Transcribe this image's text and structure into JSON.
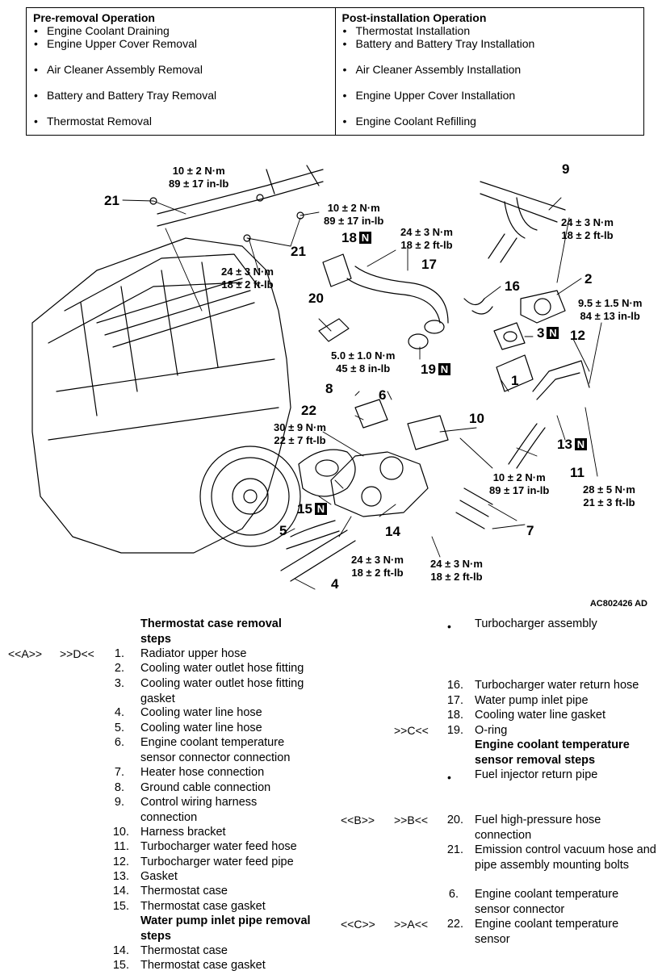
{
  "operations": {
    "pre_title": "Pre-removal Operation",
    "pre_items": [
      "Engine Coolant Draining",
      "Engine Upper Cover Removal",
      "Air Cleaner Assembly Removal",
      "Battery and Battery Tray Removal",
      "Thermostat Removal"
    ],
    "post_title": "Post-installation Operation",
    "post_items": [
      "Thermostat Installation",
      "Battery and Battery Tray Installation",
      "Air Cleaner Assembly Installation",
      "Engine Upper Cover Installation",
      "Engine Coolant Refilling"
    ]
  },
  "diagram": {
    "code": "AC802426 AD",
    "n_mark": "N",
    "labels": {
      "p1": "1",
      "p2": "2",
      "p3": "3",
      "p4": "4",
      "p5": "5",
      "p6": "6",
      "p7": "7",
      "p8": "8",
      "p9": "9",
      "p10": "10",
      "p11": "11",
      "p12": "12",
      "p13": "13",
      "p14": "14",
      "p15": "15",
      "p16": "16",
      "p17": "17",
      "p18": "18",
      "p19": "19",
      "p20": "20",
      "p21a": "21",
      "p21b": "21",
      "p22": "22"
    },
    "torques": {
      "t1a": "10 ± 2 N·m",
      "t1b": "89 ± 17 in-lb",
      "t2a": "10 ± 2 N·m",
      "t2b": "89 ± 17 in-lb",
      "t3a": "24 ± 3 N·m",
      "t3b": "18 ± 2 ft-lb",
      "t4a": "24 ± 3 N·m",
      "t4b": "18 ± 2 ft-lb",
      "t5a": "24 ± 3 N·m",
      "t5b": "18 ± 2 ft-lb",
      "t6a": "9.5 ± 1.5 N·m",
      "t6b": "84 ± 13 in-lb",
      "t7a": "5.0 ± 1.0 N·m",
      "t7b": "45 ± 8 in-lb",
      "t8a": "30 ± 9 N·m",
      "t8b": "22 ± 7 ft-lb",
      "t9a": "10 ± 2 N·m",
      "t9b": "89 ± 17 in-lb",
      "t10a": "28 ± 5 N·m",
      "t10b": "21 ± 3 ft-lb",
      "t11a": "24 ± 3 N·m",
      "t11b": "18 ± 2 ft-lb",
      "t12a": "24 ± 3 N·m",
      "t12b": "18 ± 2 ft-lb"
    }
  },
  "steps": {
    "thermo_header": "Thermostat case removal steps",
    "ref_a_left": "<<A>>",
    "ref_d_right": ">>D<<",
    "left_items": [
      {
        "n": "1.",
        "t": "Radiator upper hose"
      },
      {
        "n": "2.",
        "t": "Cooling water outlet hose fitting"
      },
      {
        "n": "3.",
        "t": "Cooling water outlet hose fitting gasket"
      },
      {
        "n": "4.",
        "t": "Cooling water line hose"
      },
      {
        "n": "5.",
        "t": "Cooling water line hose"
      },
      {
        "n": "6.",
        "t": "Engine coolant temperature sensor connector connection"
      },
      {
        "n": "7.",
        "t": "Heater hose connection"
      },
      {
        "n": "8.",
        "t": "Ground cable connection"
      },
      {
        "n": "9.",
        "t": "Control wiring harness connection"
      },
      {
        "n": "10.",
        "t": "Harness bracket"
      },
      {
        "n": "11.",
        "t": "Turbocharger water feed hose"
      },
      {
        "n": "12.",
        "t": "Turbocharger water feed pipe"
      },
      {
        "n": "13.",
        "t": "Gasket"
      },
      {
        "n": "14.",
        "t": "Thermostat case"
      },
      {
        "n": "15.",
        "t": "Thermostat case gasket"
      }
    ],
    "pump_header": "Water pump inlet pipe removal steps",
    "pump_items": [
      {
        "n": "14.",
        "t": "Thermostat case"
      },
      {
        "n": "15.",
        "t": "Thermostat case gasket"
      }
    ],
    "right_bullet1": "Turbocharger assembly",
    "right_items_a": [
      {
        "n": "16.",
        "t": "Turbocharger water return hose"
      },
      {
        "n": "17.",
        "t": "Water pump inlet pipe"
      },
      {
        "n": "18.",
        "t": "Cooling water line gasket"
      },
      {
        "n": "19.",
        "t": "O-ring"
      }
    ],
    "ref_c_right": ">>C<<",
    "ect_header": "Engine coolant temperature sensor removal steps",
    "right_bullet2": "Fuel injector return pipe",
    "ref_b_left": "<<B>>",
    "ref_b_right": ">>B<<",
    "item20": {
      "n": "20.",
      "t": "Fuel high-pressure hose connection"
    },
    "item21": {
      "n": "21.",
      "t": "Emission control vacuum hose and pipe assembly mounting bolts"
    },
    "item6": {
      "n": "6.",
      "t": "Engine coolant temperature sensor connector"
    },
    "ref_c_left": "<<C>>",
    "ref_a_right": ">>A<<",
    "item22": {
      "n": "22.",
      "t": "Engine coolant temperature sensor"
    }
  }
}
